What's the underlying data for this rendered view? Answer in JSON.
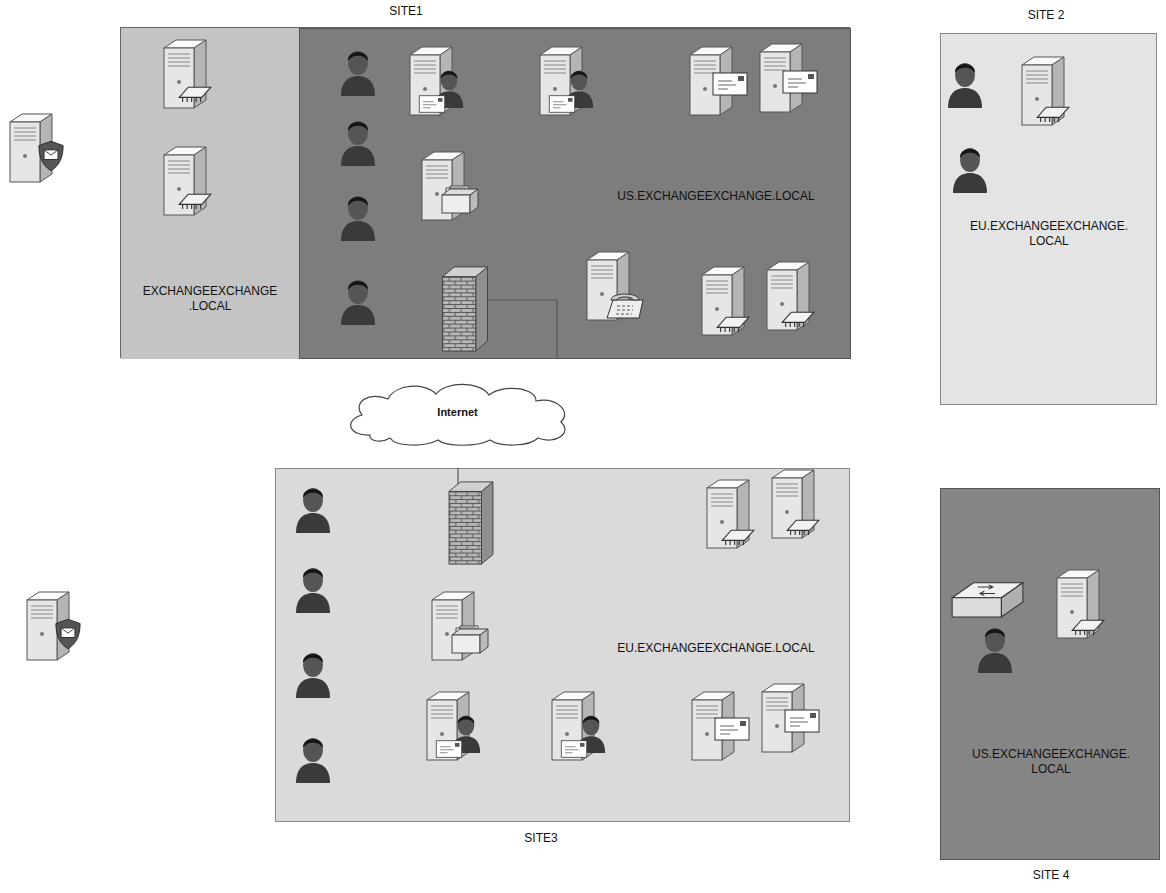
{
  "diagram": {
    "nodes": [
      {
        "text": [
          "SITE1"
        ]
      },
      {
        "text": [
          "EXCHANGEEXCHANGE .LOCAL"
        ],
        "in": 0
      },
      {
        "text": [
          "US.EXCHANGEEXCHANGE.LOCAL"
        ],
        "in": 0
      },
      {
        "text": [
          "SITE 2",
          "EU.EXCHANGEEXCHANGE. LOCAL"
        ]
      },
      {
        "text": [
          "Internet"
        ]
      },
      {
        "text": [
          "EU.EXCHANGEEXCHANGE.LOCAL",
          "SITE3"
        ]
      },
      {
        "text": [
          "US.EXCHANGEEXCHANGE. LOCAL",
          "SITE 4"
        ]
      }
    ],
    "edges": [
      {
        "from": 4,
        "to": 2,
        "arrow": "none"
      },
      {
        "from": 4,
        "to": 3,
        "arrow": "none"
      },
      {
        "from": 4,
        "to": 5,
        "arrow": "none"
      },
      {
        "from": 4,
        "to": 6,
        "arrow": "none"
      }
    ]
  }
}
